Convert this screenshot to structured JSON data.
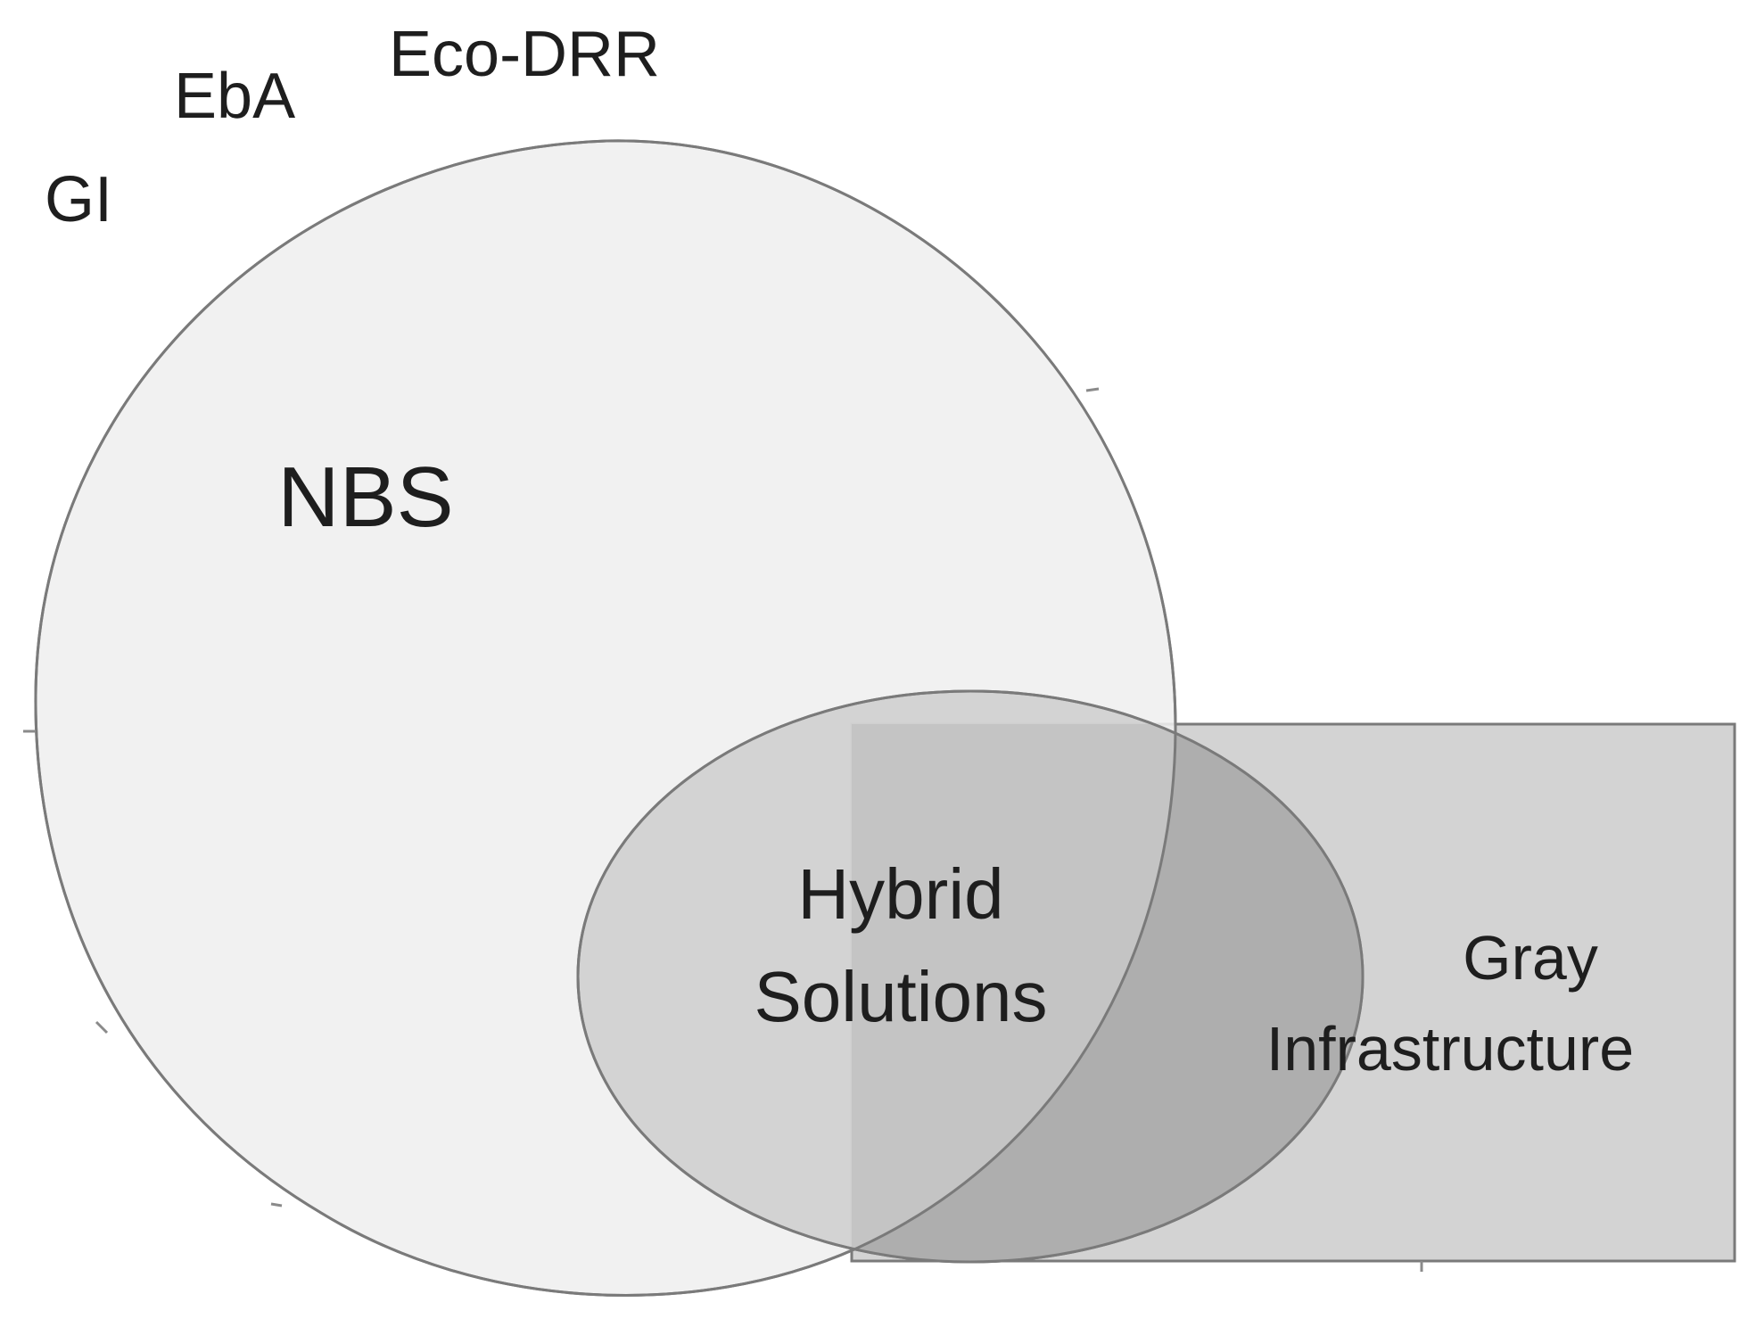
{
  "labels": {
    "gi": "GI",
    "eba": "EbA",
    "eco_drr": "Eco-DRR",
    "nbs": "NBS",
    "hybrid_line1": "Hybrid",
    "hybrid_line2": "Solutions",
    "gray_line1": "Gray",
    "gray_line2": "Infrastructure"
  },
  "colors": {
    "nbs_fill": "#efefef",
    "hybrid_fill": "#c8c8c8",
    "gray_fill": "#d3d3d3",
    "overlap_fill": "#aeaeae",
    "stroke": "#7a7a7a",
    "text": "#1e1e1e"
  }
}
